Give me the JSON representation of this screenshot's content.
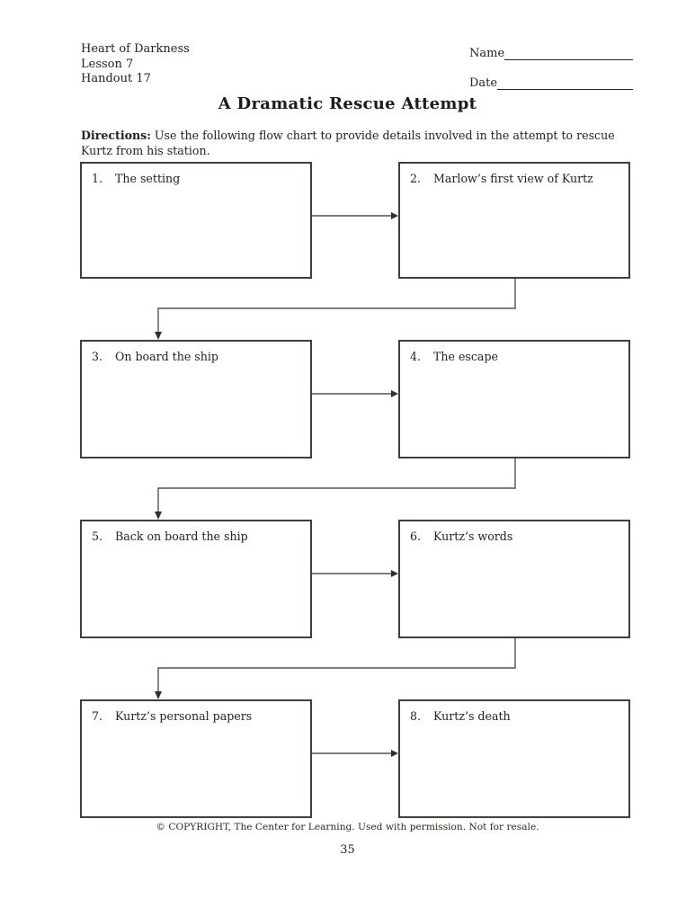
{
  "header": {
    "course": "Heart of Darkness",
    "lesson": "Lesson 7",
    "handout": "Handout 17",
    "name_label": "Name",
    "date_label": "Date"
  },
  "title": "A Dramatic Rescue Attempt",
  "directions": {
    "label": "Directions:",
    "text": " Use the following flow chart to provide details involved in the attempt to rescue Kurtz from his station."
  },
  "flowchart": {
    "boxes": [
      {
        "number": "1.",
        "label": "The setting"
      },
      {
        "number": "2.",
        "label": "Marlow’s first view of Kurtz"
      },
      {
        "number": "3.",
        "label": "On board the ship"
      },
      {
        "number": "4.",
        "label": "The escape"
      },
      {
        "number": "5.",
        "label": "Back on board the ship"
      },
      {
        "number": "6.",
        "label": "Kurtz’s words"
      },
      {
        "number": "7.",
        "label": "Kurtz’s personal papers"
      },
      {
        "number": "8.",
        "label": "Kurtz’s death"
      }
    ]
  },
  "footer": {
    "copyright": "© COPYRIGHT, The Center for Learning. Used with permission. Not for resale.",
    "page_number": "35"
  },
  "colors": {
    "text": "#262220",
    "box_border": "#433e37",
    "connector_line": "#57514a",
    "arrowhead": "#332e29"
  }
}
